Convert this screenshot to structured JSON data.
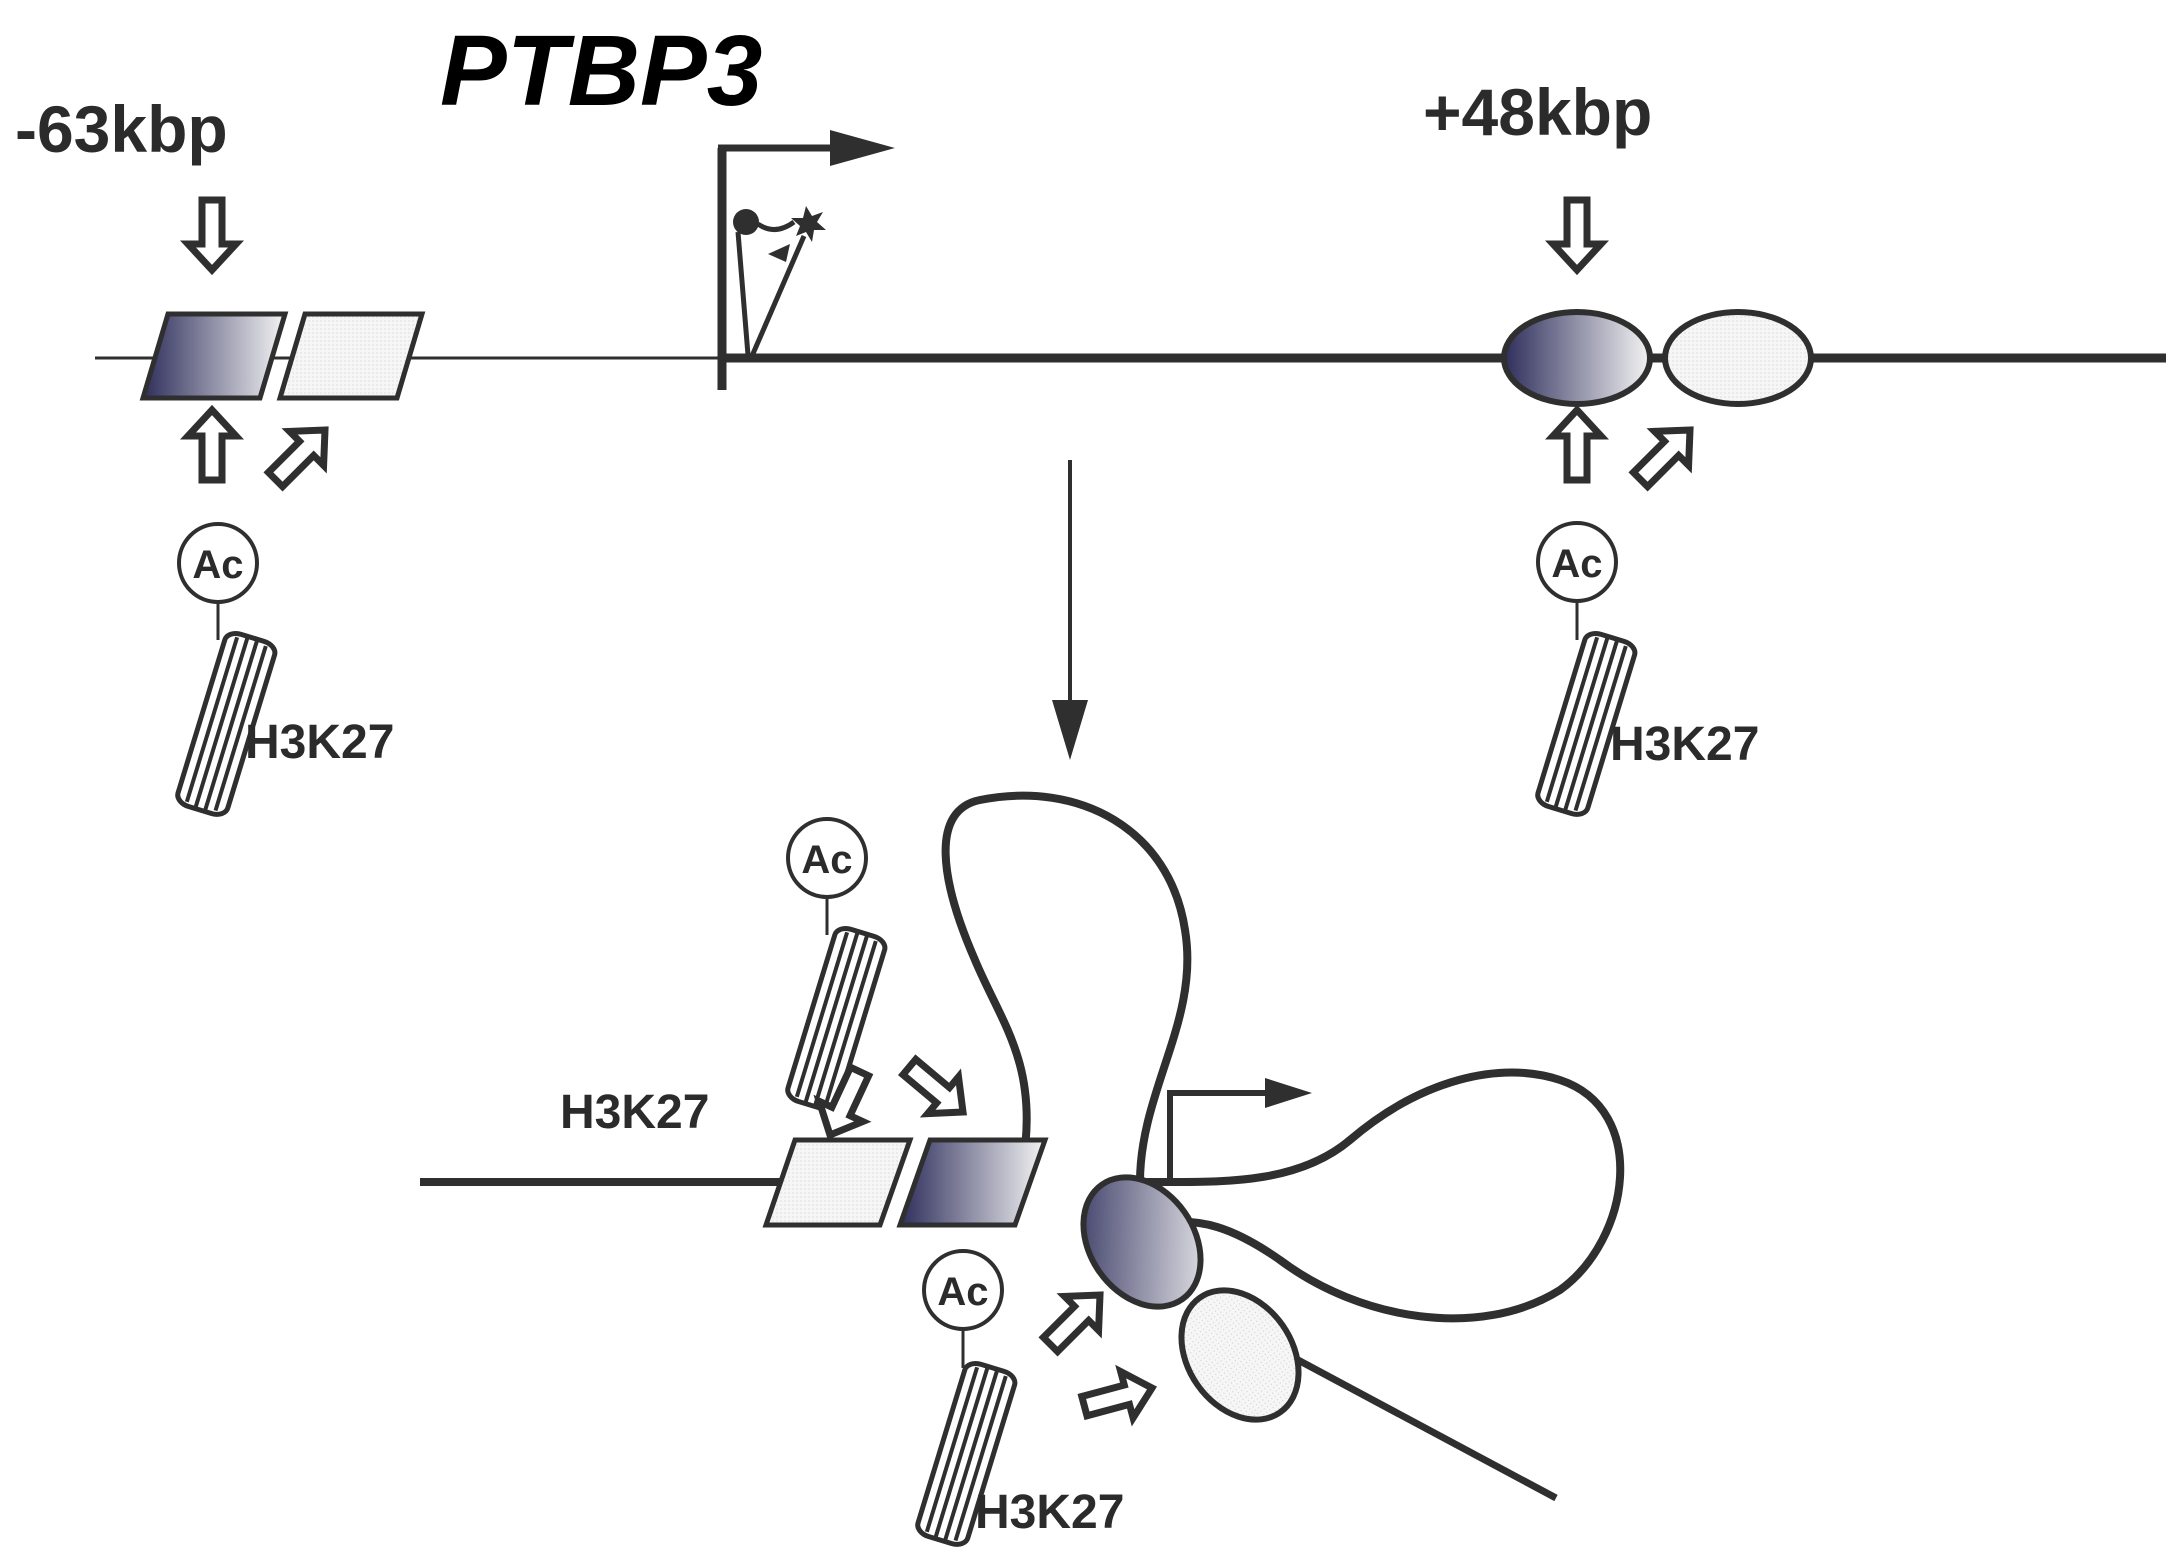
{
  "title": "PTBP3",
  "upstream_label": "-63kbp",
  "downstream_label": "+48kbp",
  "mark_label": "H3K27",
  "ac_label": "Ac",
  "colors": {
    "line": "#2f2f2f",
    "enhancer_dark": "#3a3a6a",
    "enhancer_light": "#f1f1f1",
    "background": "#ffffff"
  },
  "icons": [
    "hollow-arrow-icon",
    "transcription-start-arrow-icon",
    "histone-icon",
    "acetyl-circle-icon"
  ]
}
